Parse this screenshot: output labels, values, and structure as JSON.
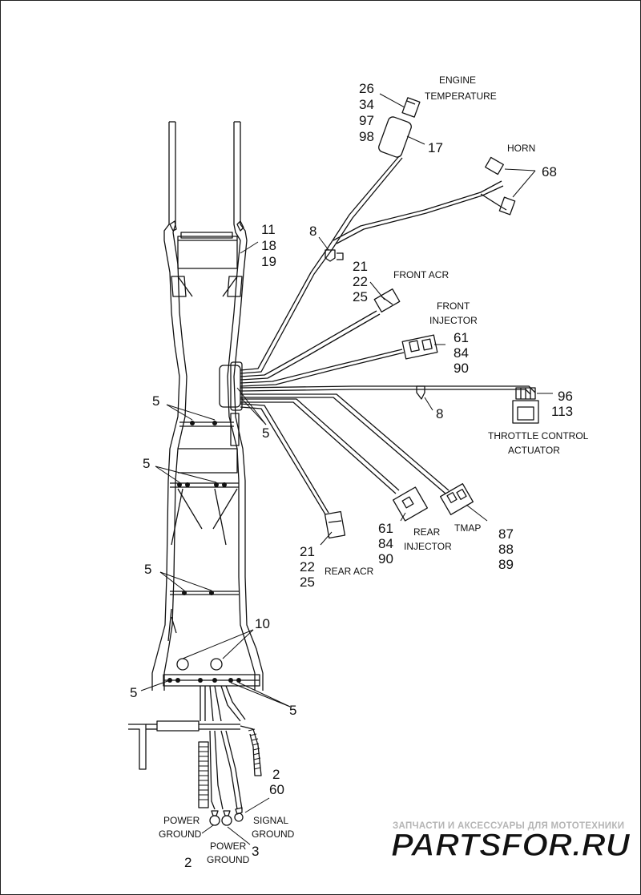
{
  "callouts": {
    "engine_temperature_parts": [
      "26",
      "34",
      "97",
      "98"
    ],
    "engine_temperature_label": [
      "ENGINE",
      "TEMPERATURE"
    ],
    "sensor_housing_part": "17",
    "horn_label": "HORN",
    "horn_part": "68",
    "frame_parts": [
      "11",
      "18",
      "19"
    ],
    "clip_upper_part": "8",
    "front_acr_parts": [
      "21",
      "22",
      "25"
    ],
    "front_acr_label": "FRONT ACR",
    "front_injector_label": [
      "FRONT",
      "INJECTOR"
    ],
    "front_injector_parts": [
      "61",
      "84",
      "90"
    ],
    "throttle_parts": [
      "96",
      "113"
    ],
    "clip_lower_part": "8",
    "throttle_label": [
      "THROTTLE CONTROL",
      "ACTUATOR"
    ],
    "strap_part": "5",
    "rear_acr_parts": [
      "21",
      "22",
      "25"
    ],
    "rear_acr_label": "REAR ACR",
    "rear_injector_parts": [
      "61",
      "84",
      "90"
    ],
    "rear_injector_label": [
      "REAR",
      "INJECTOR"
    ],
    "tmap_label": "TMAP",
    "tmap_parts": [
      "87",
      "88",
      "89"
    ],
    "grommet_part": "10",
    "signal_ground_parts": [
      "2",
      "60"
    ],
    "power_ground_left_label": [
      "POWER",
      "GROUND"
    ],
    "power_ground_left_part": "2",
    "power_ground_mid_label": [
      "POWER",
      "GROUND"
    ],
    "power_ground_mid_part": "3",
    "signal_ground_label": [
      "SIGNAL",
      "GROUND"
    ]
  },
  "watermark": {
    "tagline": "ЗАПЧАСТИ И АКСЕССУАРЫ ДЛЯ МОТОТЕХНИКИ",
    "logo": "PARTSFOR.RU"
  },
  "colors": {
    "line": "#111111",
    "logo_red": "#e8505b",
    "tagline_gray": "#b5b5b5"
  }
}
